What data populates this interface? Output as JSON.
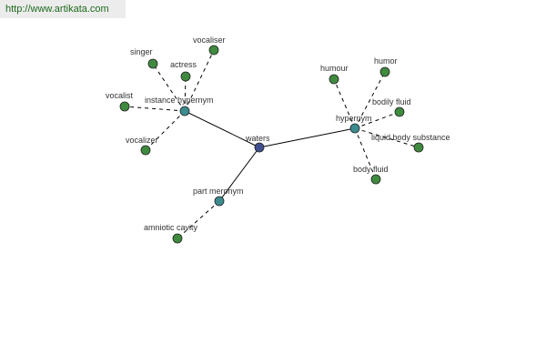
{
  "header": {
    "url": "http://www.artikata.com"
  },
  "colors": {
    "root": "#3f4f8c",
    "relation": "#3c8c8f",
    "leaf": "#3f8a3f",
    "edge": "#000000",
    "label": "#333333"
  },
  "graph": {
    "root": {
      "id": "waters",
      "label": "waters",
      "kind": "root"
    },
    "relations": [
      {
        "id": "instance-hypernym",
        "label": "instance hypernym"
      },
      {
        "id": "hypernym",
        "label": "hypernym"
      },
      {
        "id": "part-meronym",
        "label": "part meronym"
      }
    ],
    "leaves": [
      {
        "id": "singer",
        "label": "singer",
        "parent": "instance-hypernym"
      },
      {
        "id": "vocaliser",
        "label": "vocaliser",
        "parent": "instance-hypernym"
      },
      {
        "id": "actress",
        "label": "actress",
        "parent": "instance-hypernym"
      },
      {
        "id": "vocalist",
        "label": "vocalist",
        "parent": "instance-hypernym"
      },
      {
        "id": "vocalizer",
        "label": "vocalizer",
        "parent": "instance-hypernym"
      },
      {
        "id": "humour",
        "label": "humour",
        "parent": "hypernym"
      },
      {
        "id": "humor",
        "label": "humor",
        "parent": "hypernym"
      },
      {
        "id": "bodily-fluid",
        "label": "bodily fluid",
        "parent": "hypernym"
      },
      {
        "id": "liquid-body-substance",
        "label": "liquid body substance",
        "parent": "hypernym"
      },
      {
        "id": "body-fluid",
        "label": "body fluid",
        "parent": "hypernym"
      },
      {
        "id": "amniotic-cavity",
        "label": "amniotic cavity",
        "parent": "part-meronym"
      }
    ]
  }
}
